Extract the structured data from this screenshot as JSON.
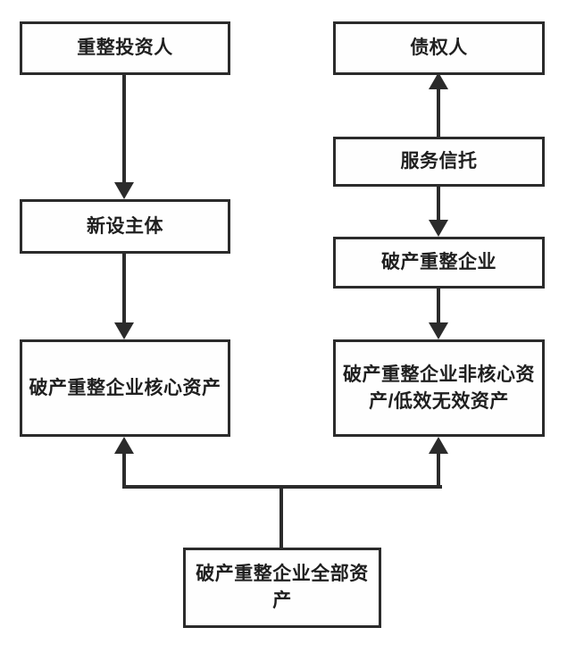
{
  "diagram": {
    "type": "flowchart",
    "orientation": "top-down, two columns",
    "background_color": "#ffffff",
    "line_color": "#2b2b2b",
    "box_fill_color": "#fefefe",
    "nodes": [
      {
        "id": "reorg-investor",
        "label": "重整投资人",
        "column": "left",
        "row": 1
      },
      {
        "id": "creditor",
        "label": "债权人",
        "column": "right",
        "row": 1
      },
      {
        "id": "service-trust",
        "label": "服务信托",
        "column": "right",
        "row": 2
      },
      {
        "id": "new-entity",
        "label": "新设主体",
        "column": "left",
        "row": 3
      },
      {
        "id": "bankrupt-enterprise",
        "label": "破产重整企业",
        "column": "right",
        "row": 3
      },
      {
        "id": "core-assets",
        "label": "破产重整企业核心资产",
        "column": "left",
        "row": 4
      },
      {
        "id": "non-core-assets",
        "label": "破产重整企业非核心资产/低效无效资产",
        "column": "right",
        "row": 4
      },
      {
        "id": "all-assets",
        "label": "破产重整企业全部资产",
        "column": "center",
        "row": 5
      }
    ],
    "edges": [
      {
        "from": "reorg-investor",
        "to": "new-entity",
        "direction": "down"
      },
      {
        "from": "new-entity",
        "to": "core-assets",
        "direction": "down"
      },
      {
        "from": "service-trust",
        "to": "creditor",
        "direction": "up"
      },
      {
        "from": "service-trust",
        "to": "bankrupt-enterprise",
        "direction": "down"
      },
      {
        "from": "bankrupt-enterprise",
        "to": "non-core-assets",
        "direction": "down"
      },
      {
        "from": "all-assets",
        "to": "core-assets",
        "direction": "up"
      },
      {
        "from": "all-assets",
        "to": "non-core-assets",
        "direction": "up"
      }
    ]
  }
}
